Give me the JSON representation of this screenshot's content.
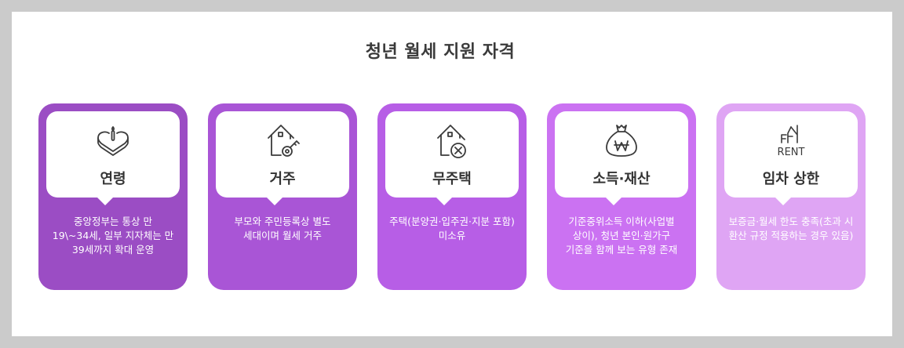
{
  "title": "청년 월세 지원 자격",
  "cards": [
    {
      "icon": "heart-cake-icon",
      "title": "연령",
      "description": "중앙정부는 통상 만 19\\~34세, 일부 지자체는 만 39세까지 확대 운영",
      "color": "#9b4dc4"
    },
    {
      "icon": "house-key-icon",
      "title": "거주",
      "description": "부모와 주민등록상 별도 세대이며 월세 거주",
      "color": "#a955d6"
    },
    {
      "icon": "house-x-icon",
      "title": "무주택",
      "description": "주택(분양권·입주권·지분 포함) 미소유",
      "color": "#b75ee6"
    },
    {
      "icon": "money-bag-won-icon",
      "title": "소득·재산",
      "description": "기준중위소득 이하(사업별 상이), 청년 본인·원가구 기준을 함께 보는 유형 존재",
      "color": "#cb72f2"
    },
    {
      "icon": "rent-building-icon",
      "title": "임차 상한",
      "description": "보증금·월세 한도 충족(초과 시 환산 규정 적용하는 경우 있음)",
      "color": "#dfa5f4"
    }
  ],
  "icon_text": {
    "rent": "RENT",
    "won": "₩"
  }
}
